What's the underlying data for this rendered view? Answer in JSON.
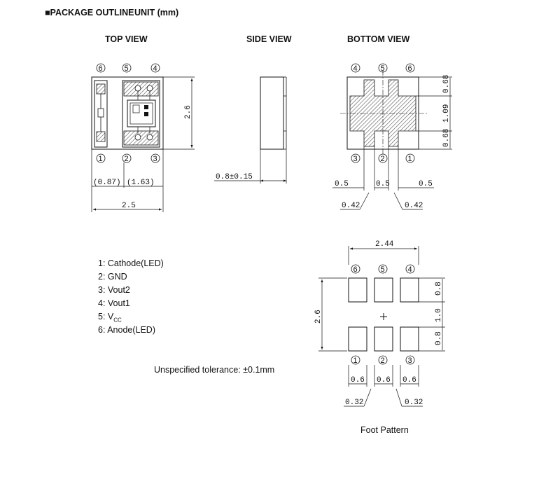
{
  "header": {
    "title": "■PACKAGE OUTLINE",
    "unit": "UNIT (mm)"
  },
  "views": {
    "top": "TOP VIEW",
    "side": "SIDE VIEW",
    "bottom": "BOTTOM VIEW"
  },
  "pins": {
    "p1": "1",
    "p2": "2",
    "p3": "3",
    "p4": "4",
    "p5": "5",
    "p6": "6"
  },
  "top_view": {
    "dim_height": "2.6",
    "dim_left": "(0.87)",
    "dim_right": "(1.63)",
    "dim_width": "2.5"
  },
  "side_view": {
    "dim_thickness": "0.8±0.15"
  },
  "bottom_view": {
    "dim_pad_top": "0.68",
    "dim_center": "1.09",
    "dim_pad_bottom": "0.68",
    "dim_left": "0.5",
    "dim_mid": "0.5",
    "dim_right": "0.5",
    "dim_gap_left": "0.42",
    "dim_gap_right": "0.42"
  },
  "pin_list": {
    "line1": "1: Cathode(LED)",
    "line2": "2: GND",
    "line3": "3: Vout2",
    "line4": "4: Vout1",
    "line5_prefix": "5: V",
    "line5_sub": "CC",
    "line6": "6: Anode(LED)"
  },
  "tolerance": "Unspecified tolerance: ±0.1mm",
  "foot_pattern": {
    "dim_top": "2.44",
    "dim_height": "2.6",
    "dim_pad_top": "0.8",
    "dim_center": "1.0",
    "dim_pad_bottom": "0.8",
    "dim_w1": "0.6",
    "dim_w2": "0.6",
    "dim_w3": "0.6",
    "dim_gap_left": "0.32",
    "dim_gap_right": "0.32",
    "caption": "Foot Pattern"
  }
}
